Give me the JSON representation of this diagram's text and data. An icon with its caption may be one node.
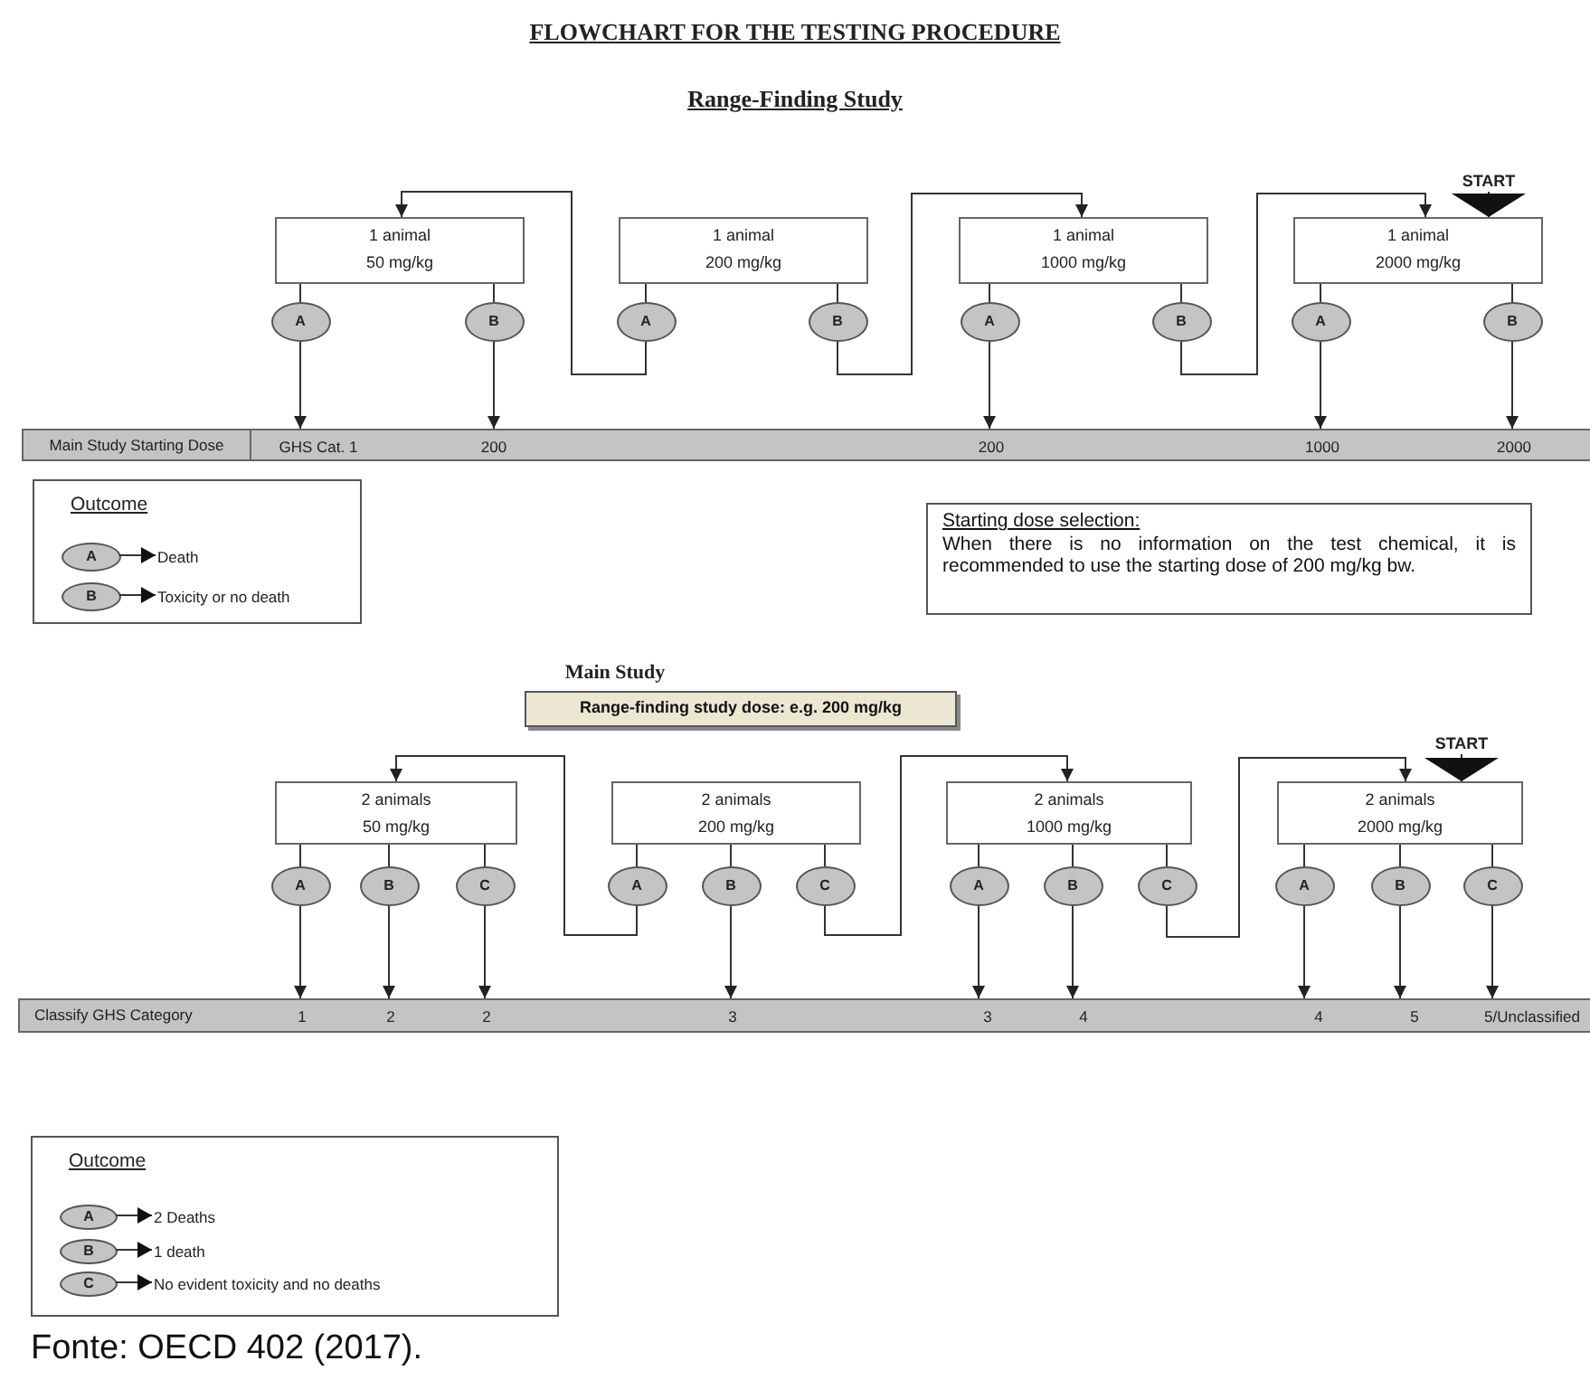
{
  "diagram": {
    "title": "FLOWCHART FOR THE TESTING PROCEDURE",
    "caption": "Fonte: OECD 402 (2017).",
    "nodes": [
      {
        "text": [
          "1 animal",
          "50 mg/kg"
        ]
      },
      {
        "text": [
          "1 animal",
          "200 mg/kg"
        ]
      },
      {
        "text": [
          "1 animal",
          "1000 mg/kg"
        ]
      },
      {
        "text": [
          "1 animal",
          "2000 mg/kg"
        ]
      },
      {
        "text": [
          "A"
        ]
      },
      {
        "text": [
          "B"
        ]
      },
      {
        "text": [
          "A"
        ]
      },
      {
        "text": [
          "B"
        ]
      },
      {
        "text": [
          "A"
        ]
      },
      {
        "text": [
          "B"
        ]
      },
      {
        "text": [
          "A"
        ]
      },
      {
        "text": [
          "B"
        ]
      },
      {
        "text": [
          "Main Study Starting Dose"
        ]
      },
      {
        "text": [
          "GHS Cat. 1"
        ],
        "in": 12
      },
      {
        "text": [
          "200"
        ],
        "in": 12
      },
      {
        "text": [
          "200"
        ],
        "in": 12
      },
      {
        "text": [
          "1000"
        ],
        "in": 12
      },
      {
        "text": [
          "2000"
        ],
        "in": 12
      },
      {
        "text": [
          "START"
        ]
      },
      {
        "text": [
          "Outcome"
        ]
      },
      {
        "text": [
          "A"
        ],
        "in": 19
      },
      {
        "text": [
          "Death"
        ],
        "in": 19
      },
      {
        "text": [
          "B"
        ],
        "in": 19
      },
      {
        "text": [
          "Toxicity or no death"
        ],
        "in": 19
      },
      {
        "text": [
          "Starting dose selection:",
          "When there is no information on the test chemical, it is recommended to use the starting dose of 200 mg/kg bw."
        ]
      },
      {
        "text": [
          "Range-finding study dose: e.g. 200 mg/kg"
        ]
      },
      {
        "text": [
          "2 animals",
          "50 mg/kg"
        ]
      },
      {
        "text": [
          "2 animals",
          "200 mg/kg"
        ]
      },
      {
        "text": [
          "2 animals",
          "1000 mg/kg"
        ]
      },
      {
        "text": [
          "2 animals",
          "2000 mg/kg"
        ]
      },
      {
        "text": [
          "A"
        ]
      },
      {
        "text": [
          "B"
        ]
      },
      {
        "text": [
          "C"
        ]
      },
      {
        "text": [
          "A"
        ]
      },
      {
        "text": [
          "B"
        ]
      },
      {
        "text": [
          "C"
        ]
      },
      {
        "text": [
          "A"
        ]
      },
      {
        "text": [
          "B"
        ]
      },
      {
        "text": [
          "C"
        ]
      },
      {
        "text": [
          "A"
        ]
      },
      {
        "text": [
          "B"
        ]
      },
      {
        "text": [
          "C"
        ]
      },
      {
        "text": [
          "Classify GHS Category"
        ]
      },
      {
        "text": [
          "1"
        ],
        "in": 42
      },
      {
        "text": [
          "2"
        ],
        "in": 42
      },
      {
        "text": [
          "2"
        ],
        "in": 42
      },
      {
        "text": [
          "3"
        ],
        "in": 42
      },
      {
        "text": [
          "3"
        ],
        "in": 42
      },
      {
        "text": [
          "4"
        ],
        "in": 42
      },
      {
        "text": [
          "4"
        ],
        "in": 42
      },
      {
        "text": [
          "5"
        ],
        "in": 42
      },
      {
        "text": [
          "5/Unclassified"
        ],
        "in": 42
      },
      {
        "text": [
          "START"
        ]
      },
      {
        "text": [
          "Outcome"
        ]
      },
      {
        "text": [
          "A"
        ],
        "in": 53
      },
      {
        "text": [
          "2 Deaths"
        ],
        "in": 53
      },
      {
        "text": [
          "B"
        ],
        "in": 53
      },
      {
        "text": [
          "1 death"
        ],
        "in": 53
      },
      {
        "text": [
          "C"
        ],
        "in": 53
      },
      {
        "text": [
          "No evident toxicity and no deaths"
        ],
        "in": 53
      }
    ],
    "edges": [
      {
        "from": 0,
        "to": 4,
        "arrow": "none"
      },
      {
        "from": 0,
        "to": 5,
        "arrow": "none"
      },
      {
        "from": 1,
        "to": 6,
        "arrow": "none"
      },
      {
        "from": 1,
        "to": 7,
        "arrow": "none"
      },
      {
        "from": 2,
        "to": 8,
        "arrow": "none"
      },
      {
        "from": 2,
        "to": 9,
        "arrow": "none"
      },
      {
        "from": 3,
        "to": 10,
        "arrow": "none"
      },
      {
        "from": 3,
        "to": 11,
        "arrow": "none"
      },
      {
        "from": 4,
        "to": 13,
        "arrow": "to"
      },
      {
        "from": 5,
        "to": 14,
        "arrow": "to"
      },
      {
        "from": 8,
        "to": 15,
        "arrow": "to"
      },
      {
        "from": 10,
        "to": 16,
        "arrow": "to"
      },
      {
        "from": 11,
        "to": 17,
        "arrow": "to"
      },
      {
        "from": 6,
        "to": 0,
        "arrow": "to"
      },
      {
        "from": 7,
        "to": 2,
        "arrow": "to"
      },
      {
        "from": 9,
        "to": 3,
        "arrow": "to"
      },
      {
        "from": 18,
        "to": 3,
        "arrow": "to"
      },
      {
        "from": 20,
        "to": 21,
        "arrow": "to"
      },
      {
        "from": 22,
        "to": 23,
        "arrow": "to"
      },
      {
        "from": 26,
        "to": 30,
        "arrow": "none"
      },
      {
        "from": 26,
        "to": 31,
        "arrow": "none"
      },
      {
        "from": 26,
        "to": 32,
        "arrow": "none"
      },
      {
        "from": 27,
        "to": 33,
        "arrow": "none"
      },
      {
        "from": 27,
        "to": 34,
        "arrow": "none"
      },
      {
        "from": 27,
        "to": 35,
        "arrow": "none"
      },
      {
        "from": 28,
        "to": 36,
        "arrow": "none"
      },
      {
        "from": 28,
        "to": 37,
        "arrow": "none"
      },
      {
        "from": 28,
        "to": 38,
        "arrow": "none"
      },
      {
        "from": 29,
        "to": 39,
        "arrow": "none"
      },
      {
        "from": 29,
        "to": 40,
        "arrow": "none"
      },
      {
        "from": 29,
        "to": 41,
        "arrow": "none"
      },
      {
        "from": 30,
        "to": 43,
        "arrow": "to"
      },
      {
        "from": 31,
        "to": 44,
        "arrow": "to"
      },
      {
        "from": 32,
        "to": 45,
        "arrow": "to"
      },
      {
        "from": 34,
        "to": 46,
        "arrow": "to"
      },
      {
        "from": 36,
        "to": 47,
        "arrow": "to"
      },
      {
        "from": 37,
        "to": 48,
        "arrow": "to"
      },
      {
        "from": 39,
        "to": 49,
        "arrow": "to"
      },
      {
        "from": 40,
        "to": 50,
        "arrow": "to"
      },
      {
        "from": 41,
        "to": 51,
        "arrow": "to"
      },
      {
        "from": 33,
        "to": 26,
        "arrow": "to"
      },
      {
        "from": 35,
        "to": 28,
        "arrow": "to"
      },
      {
        "from": 38,
        "to": 29,
        "arrow": "to"
      },
      {
        "from": 52,
        "to": 29,
        "arrow": "to"
      },
      {
        "from": 54,
        "to": 55,
        "arrow": "to"
      },
      {
        "from": 56,
        "to": 57,
        "arrow": "to"
      },
      {
        "from": 58,
        "to": 59,
        "arrow": "to"
      }
    ],
    "labels": [
      "Range-Finding Study",
      "Main Study"
    ]
  }
}
